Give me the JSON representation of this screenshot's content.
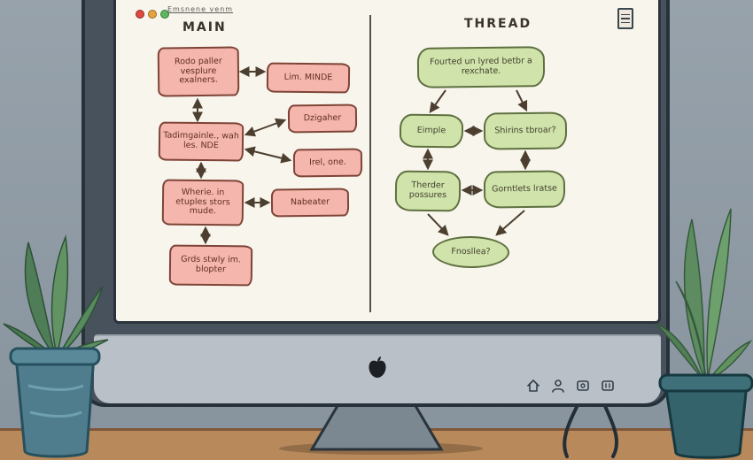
{
  "colors": {
    "wall": "#8d99a2",
    "desk": "#b8895b",
    "bezel": "#47525d",
    "chin": "#b9c0c8",
    "screen": "#f8f5ec",
    "main_node_fill": "#f4b6ad",
    "main_node_border": "#7e4437",
    "thread_node_fill": "#cfe3ab",
    "thread_node_border": "#5f7040",
    "arrow": "#4d3f30",
    "close_button": "#e0483c",
    "minimize_button": "#e8a33c",
    "zoom_button": "#5cb85f"
  },
  "window": {
    "title": "Emsnene venm",
    "controls": [
      "close-button",
      "minimize-button",
      "zoom-button"
    ],
    "scroll_icon": "scrollbar-icon"
  },
  "panels": {
    "main": {
      "header": "MAIN",
      "nodes": [
        {
          "label": "Rodo paller vesplure exalners."
        },
        {
          "label": "Lim. MINDE"
        },
        {
          "label": "Dzigaher"
        },
        {
          "label": "Tadimgainle., wah les. NDE"
        },
        {
          "label": "Irel, one."
        },
        {
          "label": "Wherie. in etuples stors mude."
        },
        {
          "label": "Nabeater"
        },
        {
          "label": "Grds stwly im. blopter"
        }
      ]
    },
    "thread": {
      "header": "THREAD",
      "nodes": [
        {
          "label": "Fourted un lyred betbr a rexchate."
        },
        {
          "label": "Eimple"
        },
        {
          "label": "Shirins tbroar?"
        },
        {
          "label": "Therder possures"
        },
        {
          "label": "Gorntlets lratse"
        },
        {
          "label": "Fnosllea?"
        }
      ]
    }
  },
  "device": {
    "logo": "apple-logo-icon",
    "chin_icons": [
      "home-icon",
      "person-icon",
      "screen-icon",
      "ports-icon"
    ]
  }
}
